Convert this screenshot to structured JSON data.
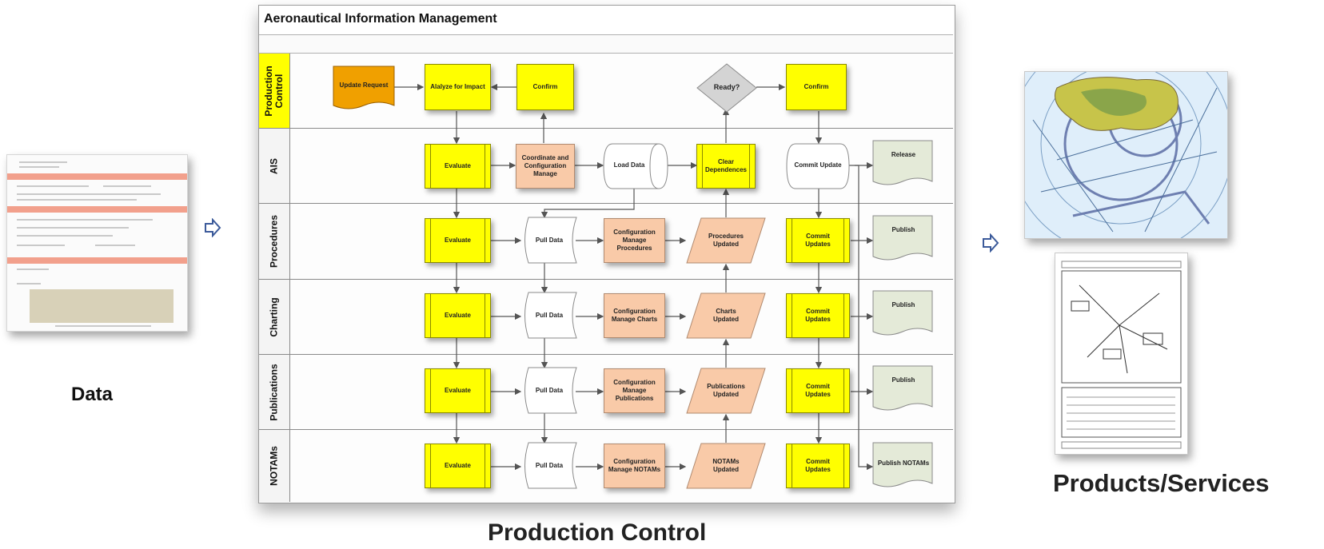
{
  "data_section": {
    "label": "Data"
  },
  "diagram": {
    "title": "Aeronautical Information Management",
    "lanes": [
      {
        "label_line1": "Production",
        "label_line2": "Control"
      },
      {
        "label_line1": "AIS",
        "label_line2": ""
      },
      {
        "label_line1": "Procedures",
        "label_line2": ""
      },
      {
        "label_line1": "Charting",
        "label_line2": ""
      },
      {
        "label_line1": "Publications",
        "label_line2": ""
      },
      {
        "label_line1": "NOTAMs",
        "label_line2": ""
      }
    ],
    "production_control": {
      "update_request": "Update Request",
      "analyze": "Alalyze for Impact",
      "confirm_1": "Confirm",
      "ready": "Ready?",
      "confirm_2": "Confirm"
    },
    "ais": {
      "evaluate": "Evaluate",
      "coordinate_1": "Coordinate and",
      "coordinate_2": "Configuration",
      "coordinate_3": "Manage",
      "load_data": "Load Data",
      "clear_1": "Clear",
      "clear_2": "Dependences",
      "commit": "Commit Update",
      "release": "Release"
    },
    "procedures": {
      "evaluate": "Evaluate",
      "pull_data": "Pull Data",
      "config_1": "Configuration",
      "config_2": "Manage Procedures",
      "updated_1": "Procedures",
      "updated_2": "Updated",
      "commit_1": "Commit",
      "commit_2": "Updates",
      "publish": "Publish"
    },
    "charting": {
      "evaluate": "Evaluate",
      "pull_data": "Pull Data",
      "config_1": "Configuration",
      "config_2": "Manage Charts",
      "updated_1": "Charts",
      "updated_2": "Updated",
      "commit_1": "Commit",
      "commit_2": "Updates",
      "publish": "Publish"
    },
    "publications": {
      "evaluate": "Evaluate",
      "pull_data": "Pull Data",
      "config_1": "Configuration",
      "config_2": "Manage",
      "config_3": "Publications",
      "updated_1": "Publications",
      "updated_2": "Updated",
      "commit_1": "Commit",
      "commit_2": "Updates",
      "publish": "Publish"
    },
    "notams": {
      "evaluate": "Evaluate",
      "pull_data": "Pull Data",
      "config_1": "Configuration",
      "config_2": "Manage NOTAMs",
      "updated_1": "NOTAMs",
      "updated_2": "Updated",
      "commit_1": "Commit",
      "commit_2": "Updates",
      "publish": "Publish NOTAMs"
    }
  },
  "production_control_label": "Production Control",
  "products_label": "Products/Services",
  "colors": {
    "yellow": "#ffff00",
    "orange_process": "#f9caa8",
    "update_request": "#f0a000",
    "arrow_icon": "#3b5a9a"
  }
}
